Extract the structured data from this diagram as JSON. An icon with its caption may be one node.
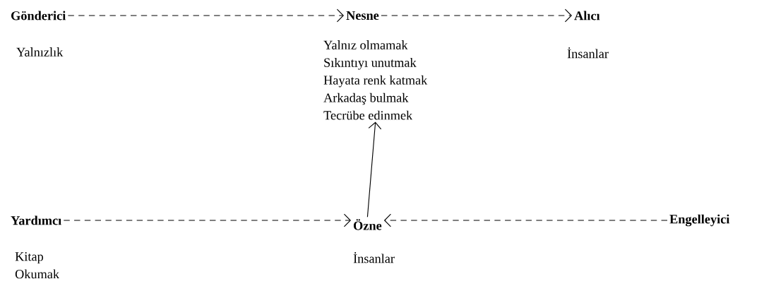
{
  "diagram": {
    "nodes": [
      {
        "text": [
          "**Gönderici**",
          "Yalnızlık"
        ]
      },
      {
        "text": [
          "**Nesne**",
          "Yalnız olmamak",
          "Sıkıntıyı unutmak",
          "Hayata renk katmak",
          "Arkadaş bulmak",
          "Tecrübe edinmek"
        ]
      },
      {
        "text": [
          "**Alıcı**",
          "İnsanlar"
        ]
      },
      {
        "text": [
          "**Yardımcı**",
          "Kitap",
          "Okumak"
        ]
      },
      {
        "text": [
          "**Özne**",
          "İnsanlar"
        ]
      },
      {
        "text": [
          "**Engelleyici**"
        ]
      }
    ],
    "edges": [
      {
        "from": 0,
        "to": 1,
        "arrow": "to",
        "style": "dashed"
      },
      {
        "from": 1,
        "to": 2,
        "arrow": "to",
        "style": "dashed"
      },
      {
        "from": 4,
        "to": 1,
        "arrow": "to"
      },
      {
        "from": 3,
        "to": 4,
        "arrow": "to",
        "style": "dashed"
      },
      {
        "from": 5,
        "to": 4,
        "arrow": "to",
        "style": "dashed"
      }
    ]
  }
}
